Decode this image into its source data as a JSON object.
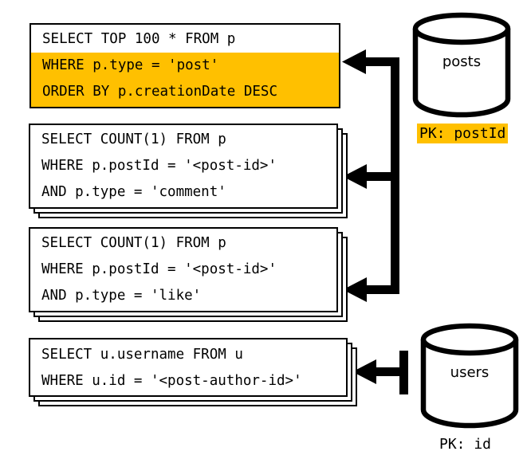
{
  "diagram": {
    "title": "query-to-datastore-diagram",
    "accent_color": "#FFC000",
    "line_color": "#000000",
    "background": "#ffffff"
  },
  "queries": [
    {
      "id": "top-posts-query",
      "stacked": false,
      "lines": [
        {
          "text": "SELECT TOP 100 * FROM p",
          "highlight": false
        },
        {
          "text": "WHERE p.type = 'post'",
          "highlight": true
        },
        {
          "text": "ORDER BY p.creationDate DESC",
          "highlight": true
        }
      ]
    },
    {
      "id": "comment-count-query",
      "stacked": true,
      "lines": [
        {
          "text": "SELECT COUNT(1) FROM p",
          "highlight": false
        },
        {
          "text": "WHERE p.postId = '<post-id>'",
          "highlight": false
        },
        {
          "text": "AND p.type = 'comment'",
          "highlight": false
        }
      ]
    },
    {
      "id": "like-count-query",
      "stacked": true,
      "lines": [
        {
          "text": "SELECT COUNT(1) FROM p",
          "highlight": false
        },
        {
          "text": "WHERE p.postId = '<post-id>'",
          "highlight": false
        },
        {
          "text": "AND p.type = 'like'",
          "highlight": false
        }
      ]
    },
    {
      "id": "username-query",
      "stacked": true,
      "lines": [
        {
          "text": "SELECT u.username FROM u",
          "highlight": false
        },
        {
          "text": "WHERE u.id = '<post-author-id>'",
          "highlight": false
        }
      ]
    }
  ],
  "datastores": [
    {
      "id": "posts-container",
      "label": "posts",
      "pk_text": "PK: postId",
      "pk_highlight": true
    },
    {
      "id": "users-container",
      "label": "users",
      "pk_text": "PK: id",
      "pk_highlight": false
    }
  ],
  "connectors": [
    {
      "id": "posts-to-top-posts-query",
      "from": "posts-container",
      "to": "top-posts-query"
    },
    {
      "id": "posts-to-comment-count-query",
      "from": "posts-container",
      "to": "comment-count-query"
    },
    {
      "id": "posts-to-like-count-query",
      "from": "posts-container",
      "to": "like-count-query"
    },
    {
      "id": "users-to-username-query",
      "from": "users-container",
      "to": "username-query"
    }
  ]
}
